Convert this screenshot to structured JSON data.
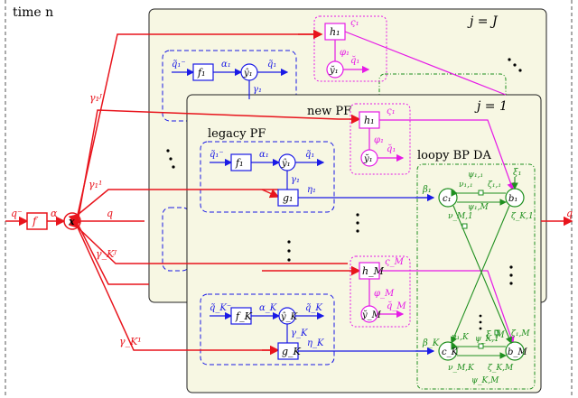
{
  "labels": {
    "time": "time n",
    "j_outer": "j = J",
    "j_inner": "j = 1",
    "new_pf": "new PF",
    "legacy_pf": "legacy PF",
    "loopy_bp": "loopy BP DA",
    "q_minus": "q⁻",
    "q": "q",
    "q_out": "q",
    "alpha": "α",
    "f": "f",
    "x": "x",
    "gamma_1_J": "γ₁ᴶ",
    "gamma_1_1": "γ₁¹",
    "gamma_K_J": "γ_Kᴶ",
    "gamma_K_1": "γ_K¹",
    "q1_tilde_minus": "q̃₁⁻",
    "f1": "f₁",
    "alpha1": "α₁",
    "y1": "ŷ₁",
    "q1_tilde": "q̃₁",
    "gamma1": "γ₁",
    "g1": "g₁",
    "eta1": "η₁",
    "qK_tilde_minus": "q̃_K⁻",
    "fK": "f_K",
    "alphaK": "α_K",
    "yK": "ŷ_K",
    "qK_tilde": "q̃_K",
    "gammaK": "γ_K",
    "gK": "g_K",
    "etaK": "η_K",
    "h1": "h₁",
    "xi1_top": "ς₁",
    "phi1": "φ₁",
    "y1_check": "y̆₁",
    "q1_check": "q̆₁",
    "hM": "h_M",
    "xiM_top": "ς_M",
    "phiM": "φ_M",
    "yM_check": "y̆_M",
    "qM_check": "q̆_M",
    "beta1": "β₁",
    "betaK": "β_K",
    "c1": "c₁",
    "cK": "c_K",
    "b1": "b₁",
    "bM": "b_M",
    "xi1": "ξ₁",
    "xiM": "ξ_M",
    "psi11": "ψ₁,₁",
    "nu11": "ν₁,₁",
    "zeta11": "ζ₁,₁",
    "psi1M": "ψ₁,M",
    "nuM1": "ν_M,1",
    "zetaK1": "ζ_K,1",
    "nu1K": "ν₁,K",
    "psiK1": "ψ_K,1",
    "zeta1M": "ζ₁,M",
    "nuMK": "ν_M,K",
    "zetaKM": "ζ_K,M",
    "psiKM": "ψ_K,M"
  },
  "colors": {
    "red": "#e8141c",
    "blue": "#1a1ae6",
    "magenta": "#e61ae6",
    "green": "#1f8f1f",
    "panel": "#f7f7e3"
  }
}
